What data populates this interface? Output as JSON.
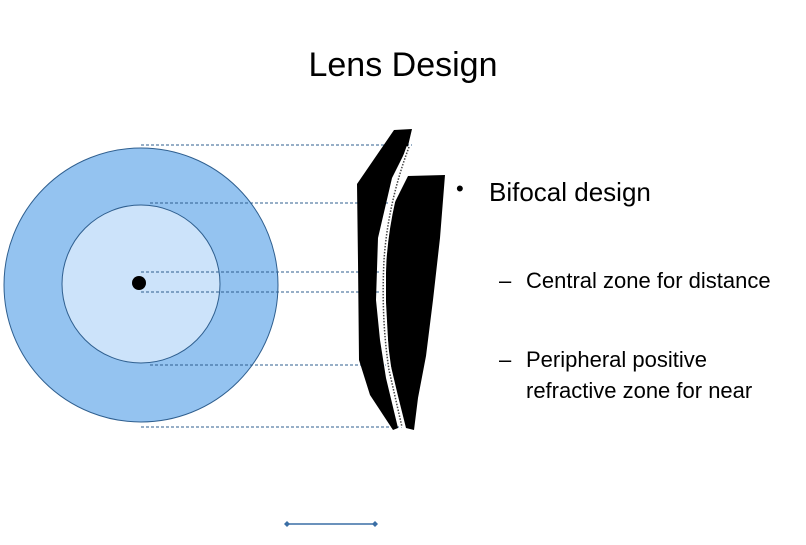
{
  "slide": {
    "title": "Lens Design",
    "bullet": {
      "text": "Bifocal design",
      "subs": [
        {
          "line1": "Central zone for distance",
          "line2": ""
        },
        {
          "line1": "Peripheral positive",
          "line2": "refractive zone for near"
        }
      ]
    }
  },
  "colors": {
    "outer_zone": "#94c3f0",
    "inner_zone": "#cce3fa",
    "guide_line": "#2f5f8f",
    "lens_fill": "#000000",
    "footer_line": "#3a6ea5"
  }
}
